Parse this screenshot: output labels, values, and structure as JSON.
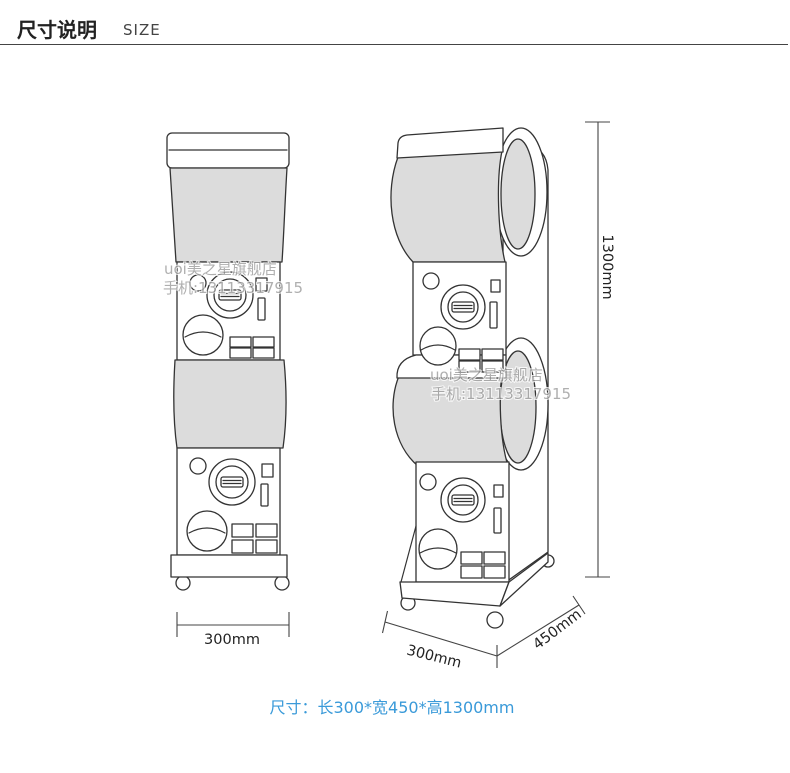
{
  "header": {
    "title": "尺寸说明",
    "subtitle": "SIZE"
  },
  "front_view": {
    "width_label": "300mm"
  },
  "side_view": {
    "height_label": "1300mm",
    "width_label": "300mm",
    "depth_label": "450mm"
  },
  "watermarks": [
    {
      "store": "uoi美之星旗舰店",
      "phone": "手机:13113317915"
    },
    {
      "store": "uoi美之星旗舰店",
      "phone": "手机:13113317915"
    }
  ],
  "caption": "尺寸：长300*宽450*高1300mm",
  "colors": {
    "text": "#222222",
    "line": "#333333",
    "globe_fill": "#dcdcdc",
    "caption": "#3a9ad9",
    "watermark": "#9c9c9c"
  }
}
